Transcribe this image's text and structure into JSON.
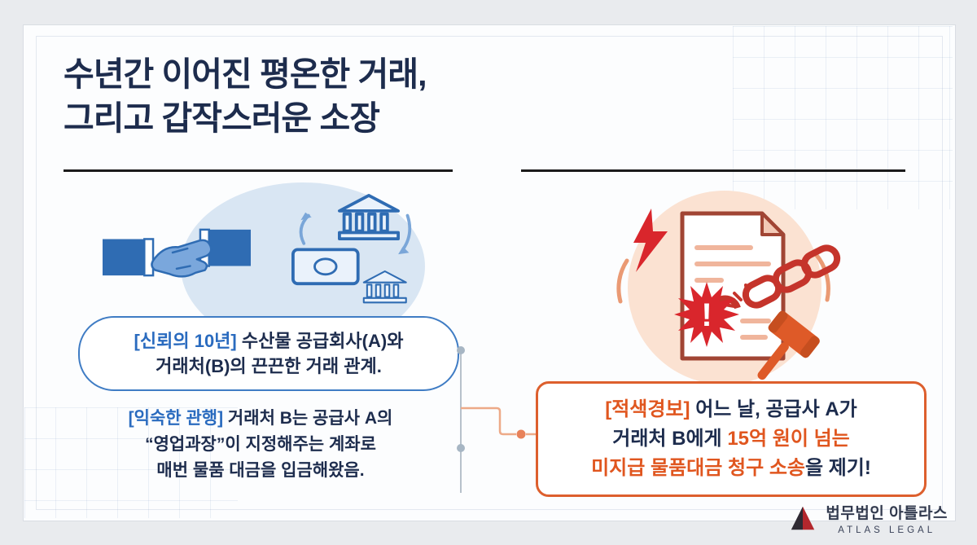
{
  "title": {
    "line1": "수년간 이어진 평온한 거래,",
    "line2": "그리고 갑작스러운 소장"
  },
  "left_panel": {
    "bubble": {
      "tag": "[신뢰의 10년]",
      "line1_rest": " 수산물 공급회사(A)와",
      "line2": "거래처(B)의 끈끈한 거래 관계."
    },
    "note": {
      "tag": "[익숙한 관행]",
      "line1_rest": " 거래처 B는 공급사 A의",
      "line2": "“영업과장”이 지정해주는 계좌로",
      "line3": "매번 물품 대금을 입금해왔음."
    }
  },
  "right_panel": {
    "burst_mark": "!",
    "box": {
      "tag": "[적색경보]",
      "line1_rest": " 어느 날, 공급사 A가",
      "line2_plain": "거래처 B에게 ",
      "line2_accent": "15억 원이 넘는",
      "line3_accent": "미지급 물품대금 청구 소송",
      "line3_plain": "을 제기!"
    }
  },
  "footer_logo": {
    "korean": "법무법인 아틀라스",
    "english": "ATLAS LEGAL"
  },
  "icons": {
    "handshake": "handshake-icon",
    "bank_transfer": "bank-transfer-icon",
    "document": "document-icon",
    "broken_chain": "broken-chain-icon",
    "warning_burst": "warning-burst-icon",
    "lightning": "lightning-icon",
    "gavel": "gavel-icon",
    "logo_mark": "atlas-mountain-logo"
  },
  "colors": {
    "navy": "#1d2c4d",
    "accent_blue": "#2a6bbf",
    "accent_orange": "#e0561f",
    "accent_red": "#d9262c",
    "circle_blue": "#d9e6f3",
    "circle_peach": "#fbe2d2"
  }
}
